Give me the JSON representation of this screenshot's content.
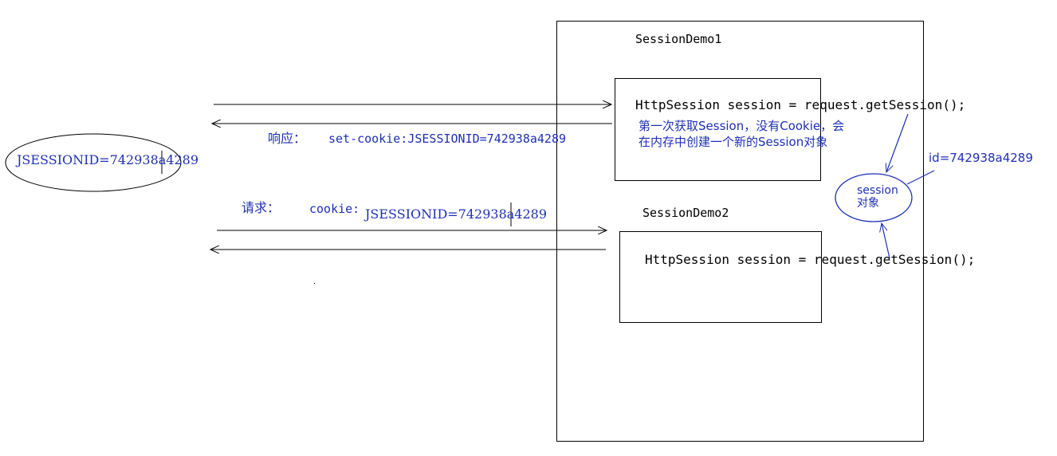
{
  "client": {
    "cookie_text": "JSESSIONID=742938a4289"
  },
  "response": {
    "label": "响应：",
    "header": "set-cookie:JSESSIONID=742938a4289"
  },
  "request": {
    "label": "请求：",
    "cookie_label": "cookie:",
    "cookie_value": "JSESSIONID=742938a4289"
  },
  "server": {
    "demo1": {
      "title": "SessionDemo1",
      "code": "HttpSession session = request.getSession();",
      "note_line1": "第一次获取Session，没有Cookie，会",
      "note_line2": "在内存中创建一个新的Session对象"
    },
    "demo2": {
      "title": "SessionDemo2",
      "code": "HttpSession session = request.getSession();"
    }
  },
  "session_object": {
    "id_label": "id=742938a4289",
    "line1": "session",
    "line2": "对象"
  },
  "colors": {
    "annotation": "#1f2fb5",
    "ink": "#000000"
  }
}
